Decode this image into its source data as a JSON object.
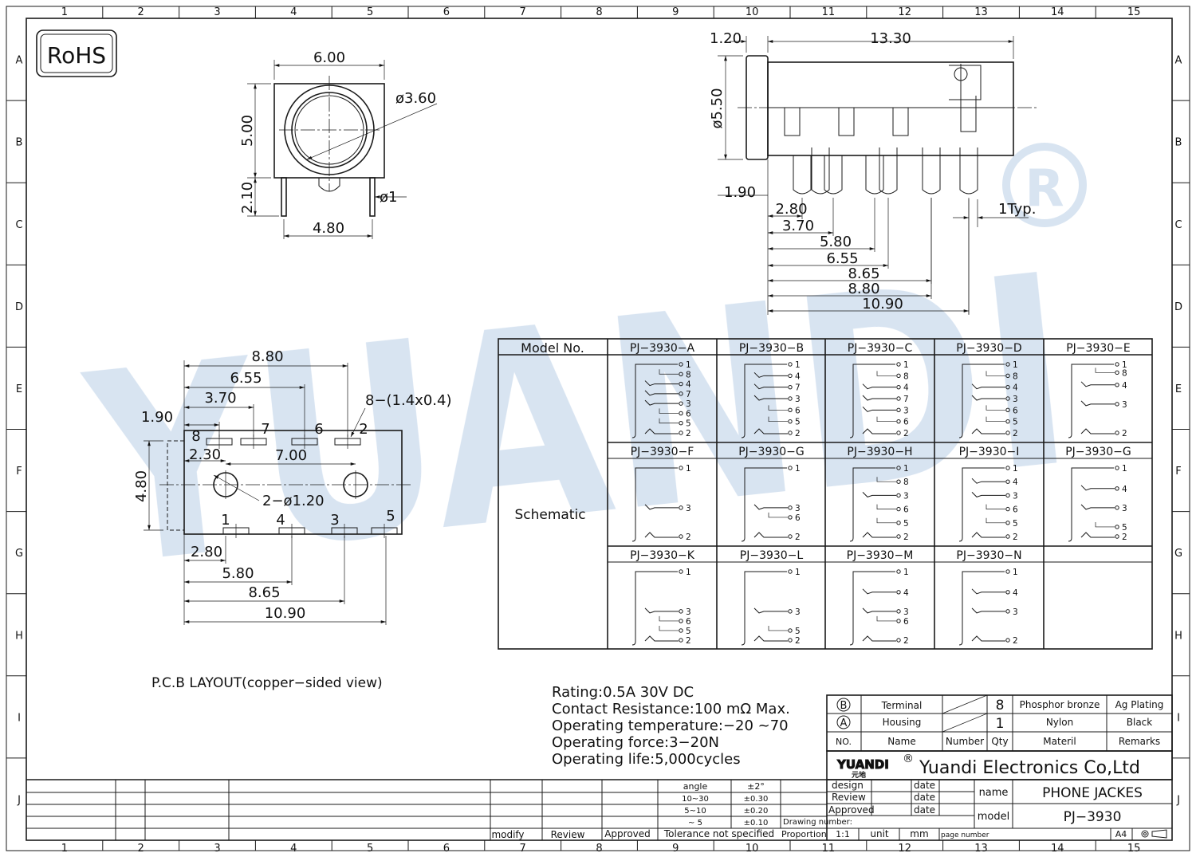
{
  "frame": {
    "columns": [
      "1",
      "2",
      "3",
      "4",
      "5",
      "6",
      "7",
      "8",
      "9",
      "10",
      "11",
      "12",
      "13",
      "14",
      "15"
    ],
    "rows": [
      "A",
      "B",
      "C",
      "D",
      "E",
      "F",
      "G",
      "H",
      "I",
      "J"
    ]
  },
  "badge": "RoHS",
  "watermark": {
    "text": "YUANDI",
    "registered": "®",
    "color": "#2d6fb5"
  },
  "front_view": {
    "width": "6.00",
    "diameter": "ø3.60",
    "height": "5.00",
    "pin_length": "2.10",
    "pin_diameter": "ø1",
    "pin_spacing": "4.80"
  },
  "side_view": {
    "flange": "1.20",
    "length": "13.30",
    "diameter": "ø5.50",
    "offset": "1.90",
    "typ": "1Typ.",
    "pin_positions": [
      "2.80",
      "3.70",
      "5.80",
      "6.55",
      "8.65",
      "8.80",
      "10.90"
    ]
  },
  "pcb": {
    "title": "P.C.B LAYOUT(copper−sided view)",
    "top_dims": [
      "8.80",
      "6.55",
      "3.70",
      "1.90"
    ],
    "pad_note": "8−(1.4x0.4)",
    "hole_offset": "2.30",
    "hole_pitch": "7.00",
    "hole_note": "2−ø1.20",
    "height": "4.80",
    "bottom_dims": [
      "2.80",
      "5.80",
      "8.65",
      "10.90"
    ],
    "top_pins": [
      "8",
      "7",
      "6",
      "2"
    ],
    "bottom_pins": [
      "1",
      "4",
      "3",
      "5"
    ]
  },
  "schematic_table": {
    "header_label": "Model No.",
    "row_label": "Schematic",
    "models": [
      "PJ−3930−A",
      "PJ−3930−B",
      "PJ−3930−C",
      "PJ−3930−D",
      "PJ−3930−E",
      "PJ−3930−F",
      "PJ−3930−G",
      "PJ−3930−H",
      "PJ−3930−I",
      "PJ−3930−G",
      "PJ−3930−K",
      "PJ−3930−L",
      "PJ−3930−M",
      "PJ−3930−N",
      ""
    ],
    "pins": [
      [
        "1",
        "8",
        "4",
        "7",
        "3",
        "6",
        "5",
        "2"
      ],
      [
        "1",
        "4",
        "7",
        "3",
        "6",
        "5",
        "2"
      ],
      [
        "1",
        "8",
        "4",
        "7",
        "3",
        "6",
        "2"
      ],
      [
        "1",
        "8",
        "4",
        "3",
        "6",
        "5",
        "2"
      ],
      [
        "1",
        "8",
        "4",
        "3",
        "2"
      ],
      [
        "1",
        "3",
        "2"
      ],
      [
        "1",
        "3",
        "6",
        "2"
      ],
      [
        "1",
        "8",
        "3",
        "6",
        "5",
        "2"
      ],
      [
        "1",
        "4",
        "3",
        "6",
        "5",
        "2"
      ],
      [
        "1",
        "4",
        "3",
        "5",
        "2"
      ],
      [
        "1",
        "3",
        "6",
        "5",
        "2"
      ],
      [
        "1",
        "3",
        "5",
        "2"
      ],
      [
        "1",
        "4",
        "3",
        "6",
        "2"
      ],
      [
        "1",
        "4",
        "3",
        "2"
      ],
      []
    ]
  },
  "specs": [
    "Rating:0.5A 30V DC",
    "Contact Resistance:100 mΩ Max.",
    "Operating temperature:−20 ~70",
    "Operating force:3−20N",
    "Operating life:5,000cycles"
  ],
  "bom": {
    "rows": [
      {
        "mark": "B",
        "name": "Terminal",
        "qty": "8",
        "material": "Phosphor bronze",
        "remarks": "Ag Plating"
      },
      {
        "mark": "A",
        "name": "Housing",
        "qty": "1",
        "material": "Nylon",
        "remarks": "Black"
      }
    ],
    "header": {
      "no": "NO.",
      "name": "Name",
      "number": "Number",
      "qty": "Qty",
      "material": "Materil",
      "remarks": "Remarks"
    }
  },
  "title_block": {
    "logo": "YUANDI",
    "logo_sub": "元地",
    "reg": "®",
    "company": "Yuandi Electronics Co,Ltd",
    "design": "design",
    "review": "Review",
    "approved": "Approved",
    "date": "date",
    "name_label": "name",
    "name_value": "PHONE JACKES",
    "model_label": "model",
    "model_value": "PJ−3930",
    "drawing_number": "Drawing number:",
    "proportion": "Proportion",
    "scale": "1:1",
    "unit": "unit",
    "unit_value": "mm",
    "page_number": "page number",
    "paper": "A4",
    "tolerance": [
      {
        "range": "angle",
        "value": "±2°"
      },
      {
        "range": "10~30",
        "value": "±0.30"
      },
      {
        "range": "5~10",
        "value": "±0.20"
      },
      {
        "range": "~ 5",
        "value": "±0.10"
      }
    ],
    "tolerance_note": "Tolerance not specified",
    "revision": {
      "modify": "modify",
      "review": "Review",
      "approved": "Approved"
    }
  }
}
